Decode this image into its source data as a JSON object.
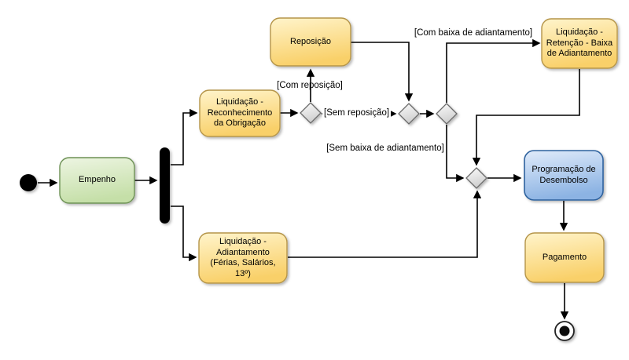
{
  "diagram": {
    "type": "activity-flowchart",
    "nodes": {
      "empenho": {
        "label": "Empenho"
      },
      "liquidacao_reconhecimento": {
        "label": "Liquidação -\nReconhecimento\nda Obrigação"
      },
      "reposicao": {
        "label": "Reposição"
      },
      "liquidacao_retencao": {
        "label": "Liquidação -\nRetenção - Baixa\nde Adiantamento"
      },
      "liquidacao_adiantamento": {
        "label": "Liquidação -\nAdiantamento\n(Férias, Salários,\n13º)"
      },
      "programacao_desembolso": {
        "label": "Programação de\nDesembolso"
      },
      "pagamento": {
        "label": "Pagamento"
      }
    },
    "edge_labels": {
      "com_reposicao": "[Com reposição]",
      "sem_reposicao": "[Sem reposição]",
      "com_baixa_adiantamento": "[Com baixa de adiantamento]",
      "sem_baixa_adiantamento": "[Sem baixa de adiantamento]"
    },
    "colors": {
      "green_top": "#edf5e2",
      "green_bottom": "#c5dfa8",
      "green_border": "#6d9155",
      "yellow_top": "#fff4cb",
      "yellow_bottom": "#f9d069",
      "yellow_border": "#b5954a",
      "blue_top": "#e0ebfa",
      "blue_bottom": "#8cb3e3",
      "blue_border": "#2e629e",
      "diamond_top": "#fbfbfb",
      "diamond_bottom": "#cfcfcf",
      "diamond_border": "#6b6b6b",
      "line": "#000000",
      "bar": "#000000"
    }
  }
}
